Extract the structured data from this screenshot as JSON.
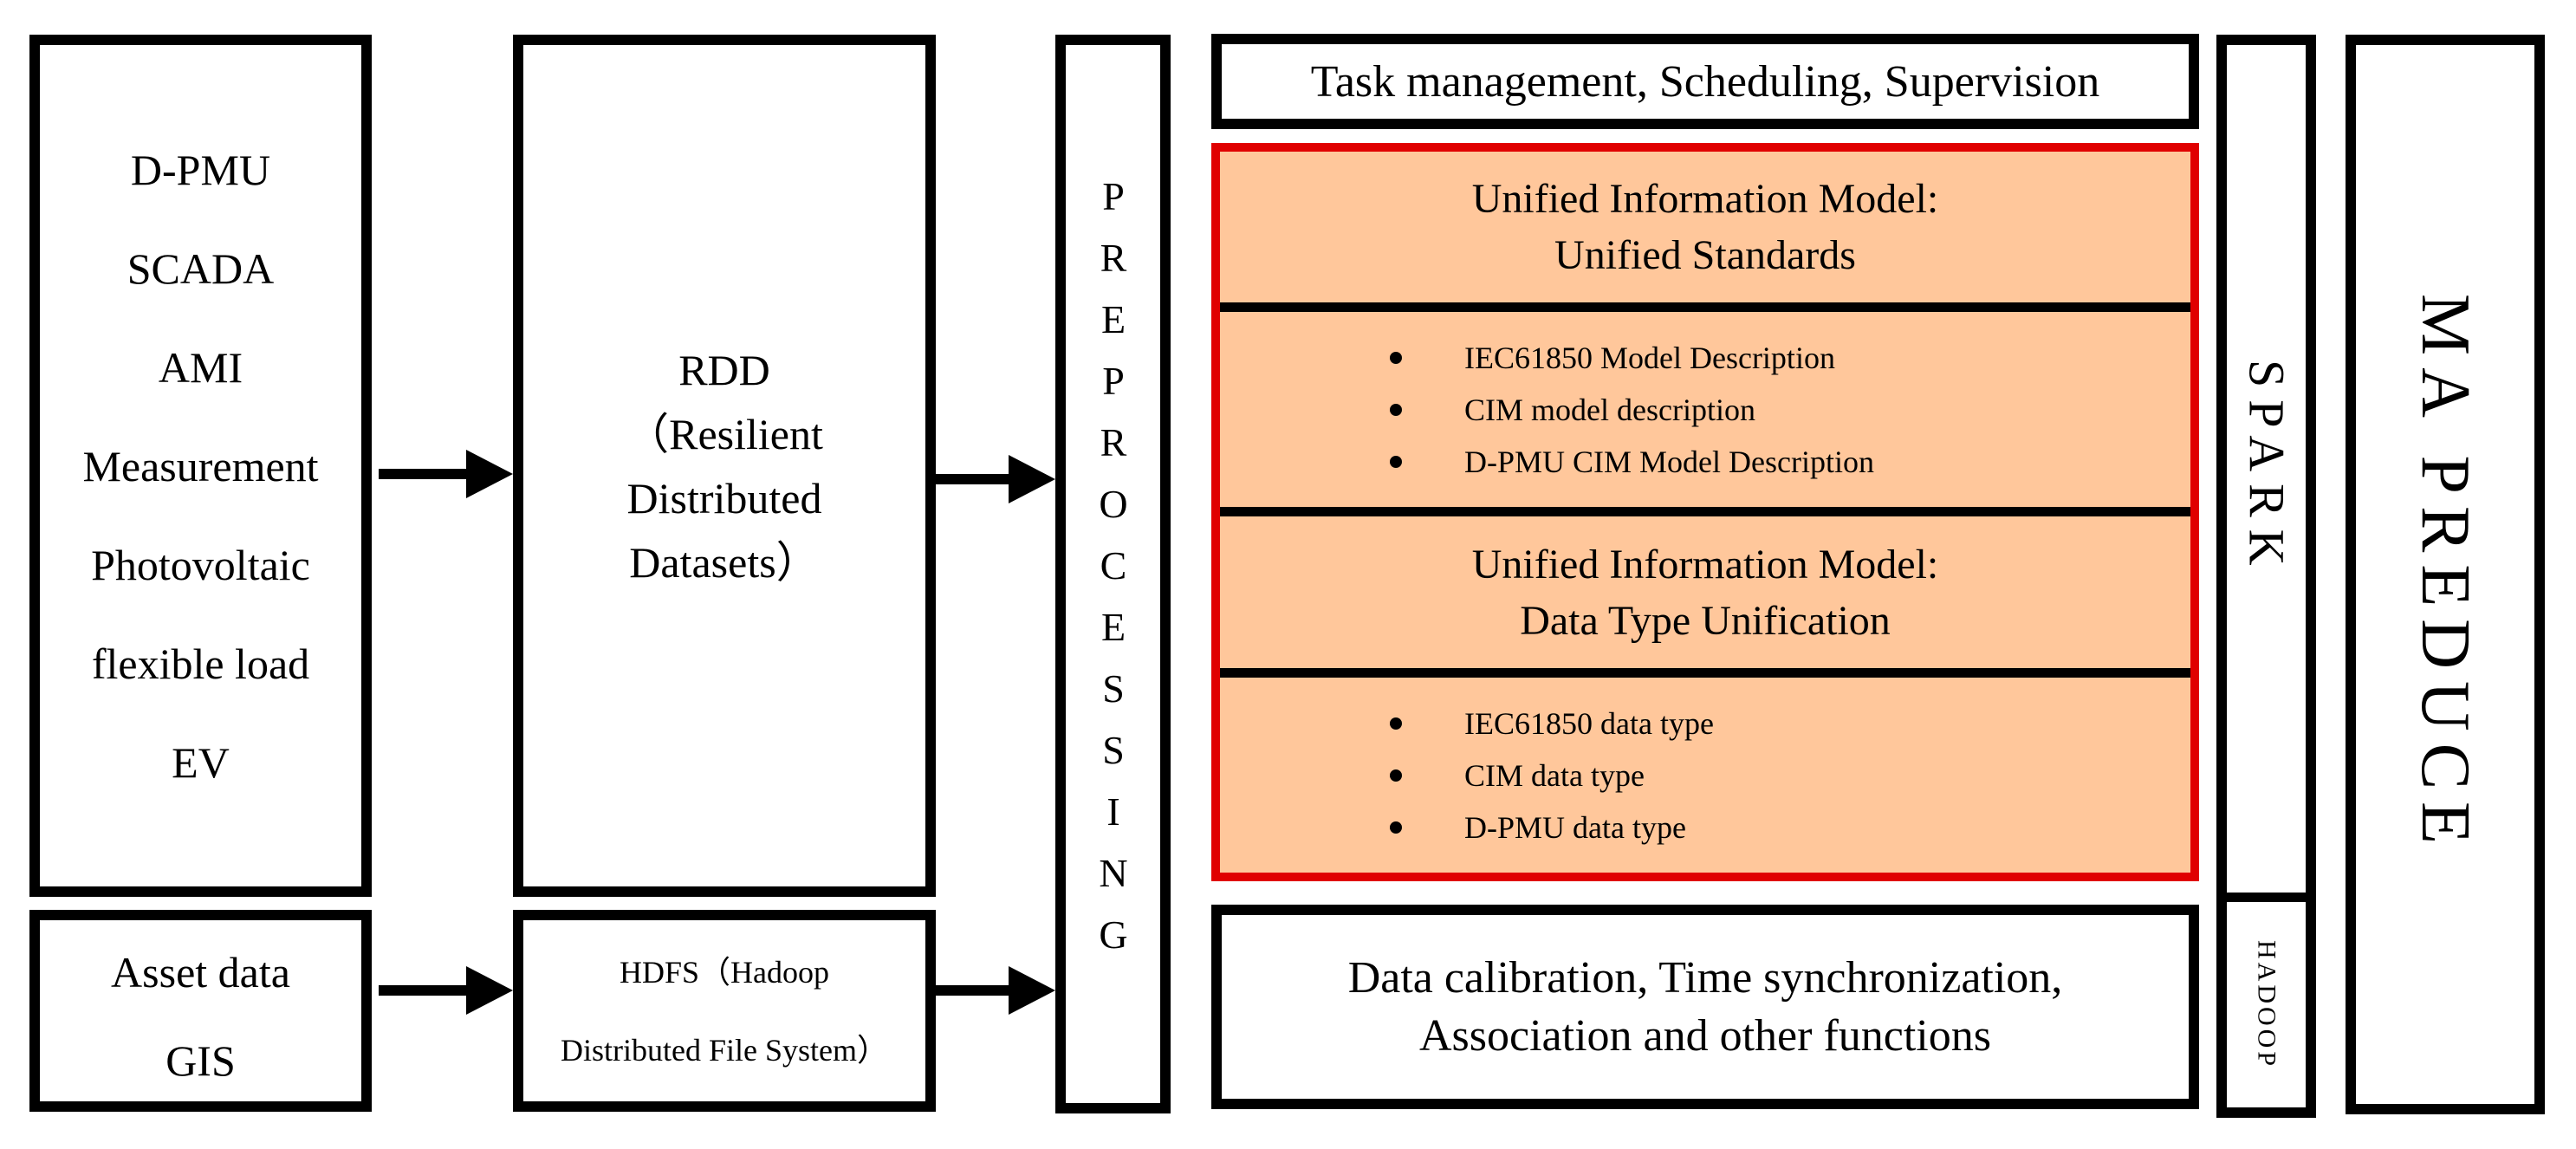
{
  "colors": {
    "accent_fill": "#FFC79B",
    "accent_border": "#E00000",
    "line_color": "#000000"
  },
  "sources_box": {
    "items": [
      "D-PMU",
      "SCADA",
      "AMI",
      "Measurement",
      "Photovoltaic",
      "flexible load",
      "EV"
    ]
  },
  "asset_box": {
    "items": [
      "Asset data",
      "GIS"
    ]
  },
  "rdd_box": {
    "lines": [
      "RDD",
      "（Resilient",
      "Distributed",
      "Datasets）"
    ]
  },
  "hdfs_box": {
    "lines": [
      "HDFS（Hadoop",
      "Distributed File System）"
    ]
  },
  "preprocessing_strip": {
    "label": "PREPROCESSING"
  },
  "task_box": {
    "label": "Task management, Scheduling, Supervision"
  },
  "unified_model_box": {
    "section1_title": [
      "Unified Information Model:",
      "Unified Standards"
    ],
    "section2_bullets": [
      "IEC61850 Model Description",
      "CIM model description",
      "D-PMU CIM Model Description"
    ],
    "section3_title": [
      "Unified Information Model:",
      "Data Type Unification"
    ],
    "section4_bullets": [
      "IEC61850 data type",
      "CIM data type",
      "D-PMU data type"
    ]
  },
  "functions_box": {
    "lines": [
      "Data calibration, Time synchronization,",
      "Association and other functions"
    ]
  },
  "spark_strip": {
    "label": "SPARK"
  },
  "hadoop_strip": {
    "label": "HADOOP"
  },
  "mapreduce_box": {
    "label": "MA PREDUCE"
  }
}
